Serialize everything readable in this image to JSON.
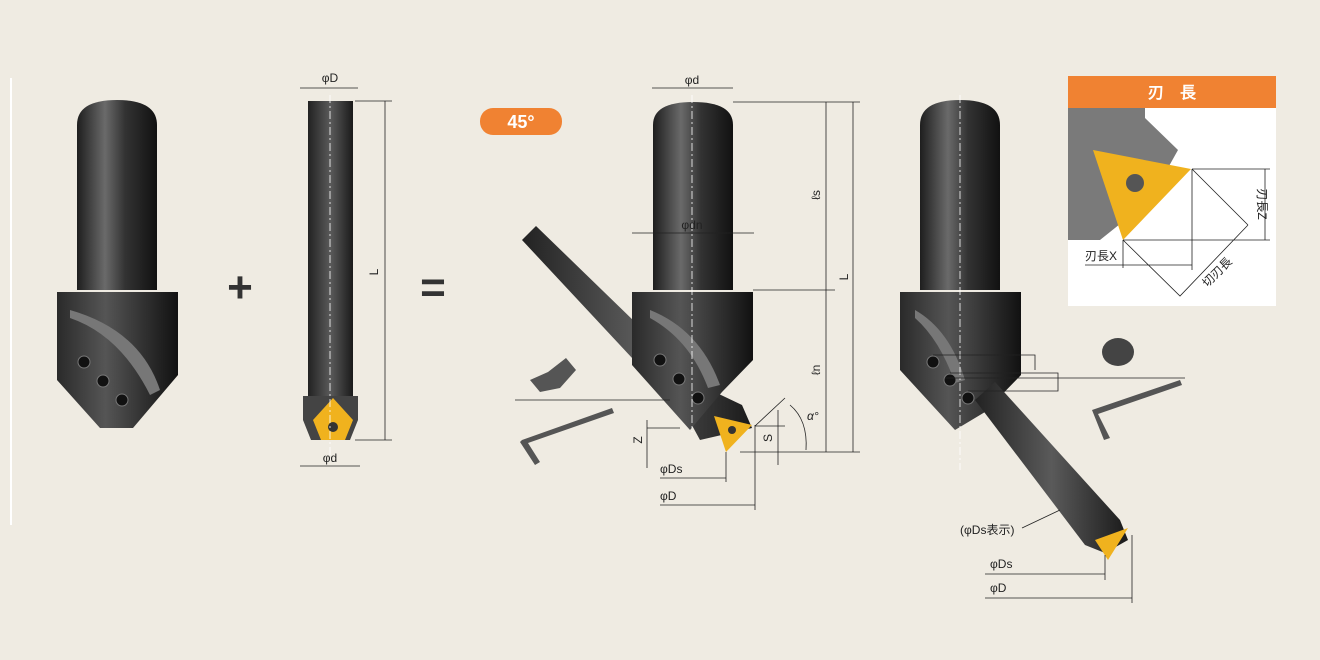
{
  "operators": {
    "plus": "+",
    "equals": "="
  },
  "bar": {
    "phi_D": "φD",
    "L": "L",
    "phi_d": "φd"
  },
  "angle_badge": "45°",
  "assembled": {
    "phi_d": "φd",
    "phi_dn": "φdn",
    "ls": "ℓs",
    "L": "L",
    "ln": "ℓn",
    "Z": "Z",
    "S": "S",
    "alpha": "α°",
    "phi_Ds": "φDs",
    "phi_D": "φD"
  },
  "alt": {
    "phi_Ds_display": "(φDs表示)",
    "phi_Ds": "φDs",
    "phi_D": "φD"
  },
  "inset": {
    "title": "刃　長",
    "z_label": "刃長Z",
    "x_label": "刃長X",
    "edge_label": "切刃長"
  },
  "colors": {
    "accent": "#f08232",
    "insert": "#f0b21e",
    "body": "#2b2b2b",
    "background": "#efebe2"
  }
}
